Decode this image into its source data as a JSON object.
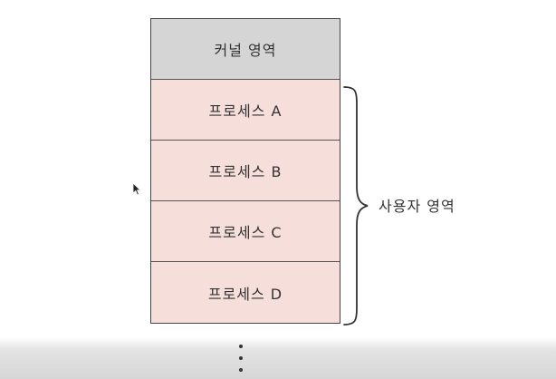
{
  "diagram": {
    "kernel_label": "커널 영역",
    "processes": [
      {
        "label": "프로세스 A"
      },
      {
        "label": "프로세스 B"
      },
      {
        "label": "프로세스 C"
      },
      {
        "label": "프로세스 D"
      }
    ],
    "user_space_label": "사용자 영역"
  },
  "colors": {
    "kernel_fill": "#d5d5d5",
    "process_fill": "#f6dedb",
    "border": "#444444"
  },
  "icons": {
    "continuation": "vertical-ellipsis-icon",
    "pointer": "mouse-cursor-icon"
  }
}
